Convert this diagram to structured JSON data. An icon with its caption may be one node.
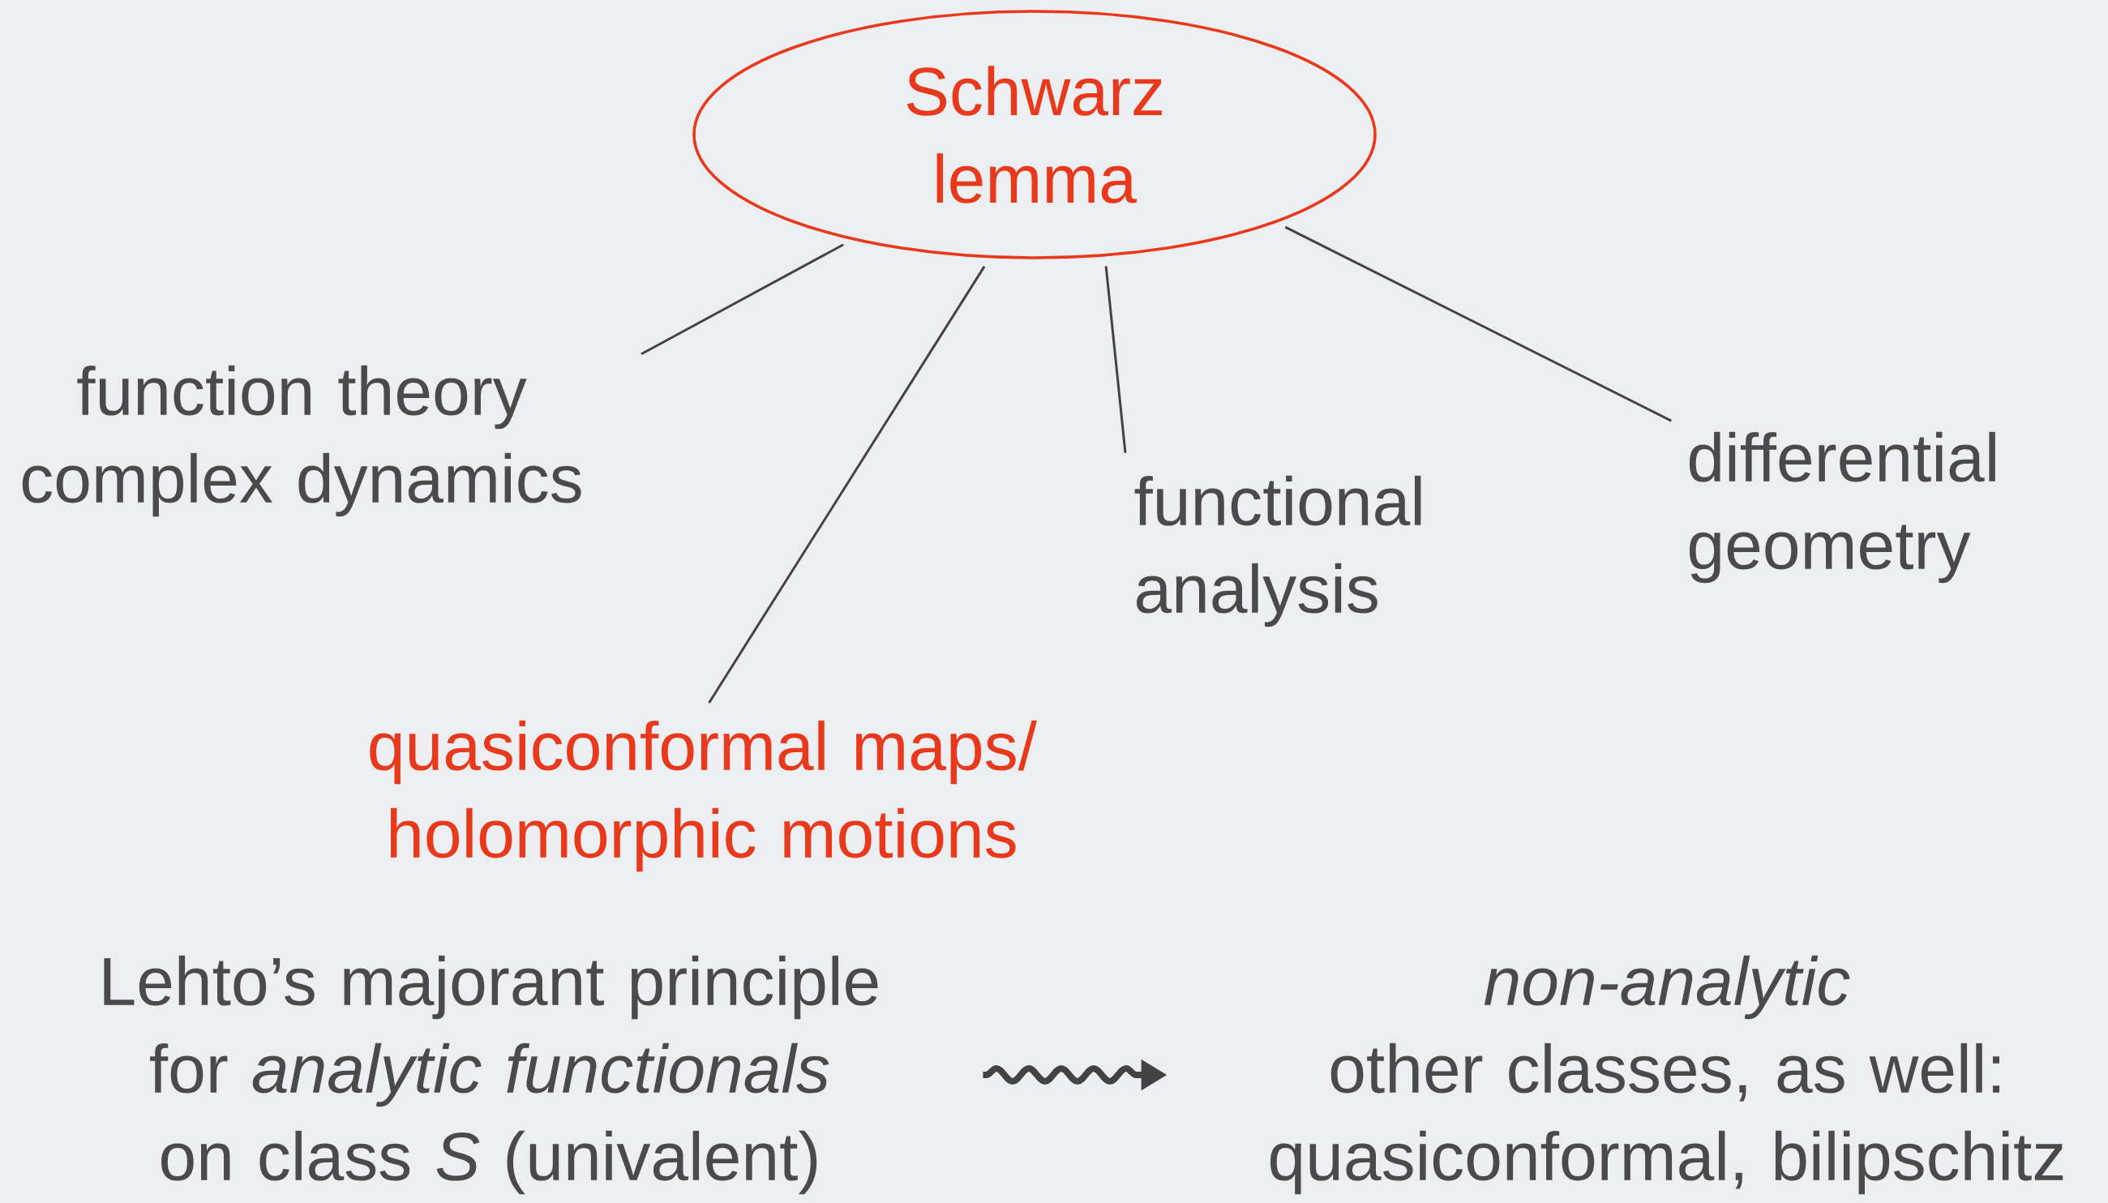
{
  "diagram": {
    "nodes": [
      {
        "text": [
          "Schwarz lemma"
        ]
      },
      {
        "text": [
          "function theory complex dynamics"
        ]
      },
      {
        "text": [
          "quasiconformal maps/ holomorphic motions"
        ]
      },
      {
        "text": [
          "functional analysis"
        ]
      },
      {
        "text": [
          "differential geometry"
        ]
      },
      {
        "text": [
          "Lehto’s majorant principle for *analytic functionals* on class *S* (univalent)"
        ]
      },
      {
        "text": [
          "non-analytic",
          "other classes, as well: quasiconformal, bilipschitz"
        ]
      }
    ],
    "edges": [
      {
        "from": 0,
        "to": 1,
        "arrow": "none"
      },
      {
        "from": 0,
        "to": 2,
        "arrow": "none"
      },
      {
        "from": 0,
        "to": 3,
        "arrow": "none"
      },
      {
        "from": 0,
        "to": 4,
        "arrow": "none"
      },
      {
        "from": 5,
        "to": 6,
        "arrow": "to",
        "style": "thick"
      }
    ]
  }
}
